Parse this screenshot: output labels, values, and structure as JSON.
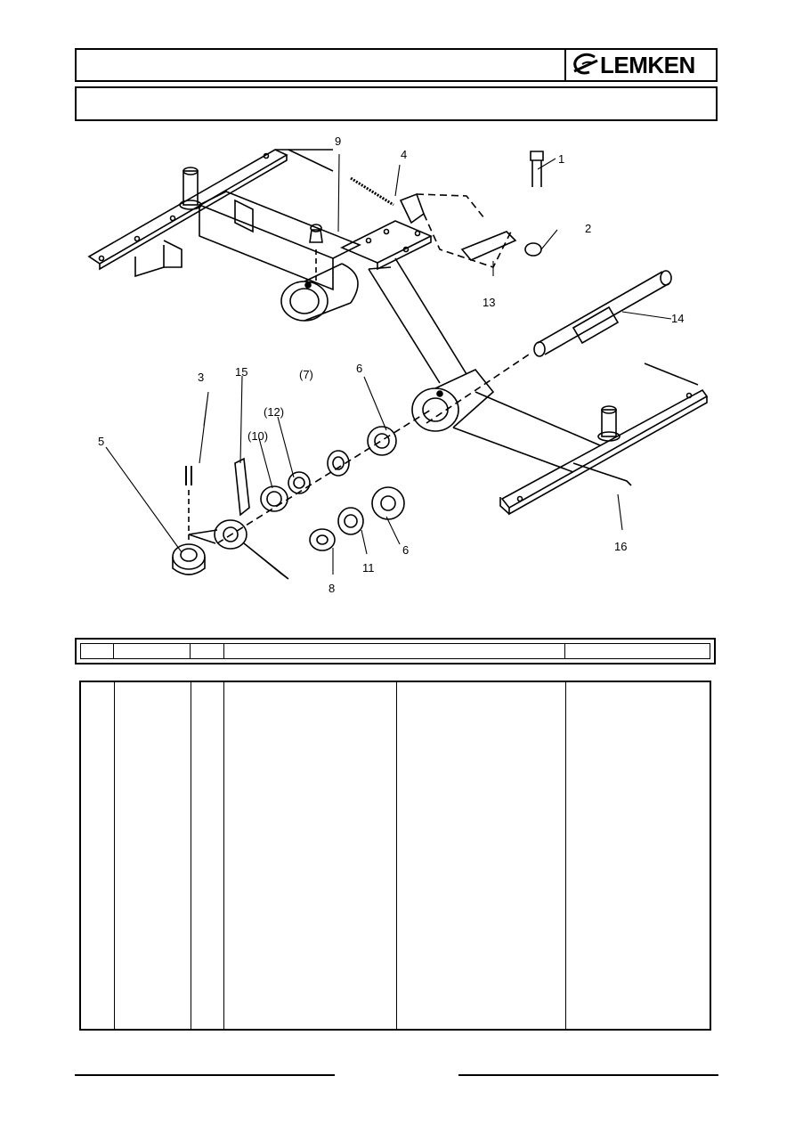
{
  "header": {
    "title": "",
    "brand": "LEMKEN"
  },
  "subheader": {
    "title": ""
  },
  "drawing": {
    "callouts": {
      "c1": "1",
      "c2": "2",
      "c3": "3",
      "c4": "4",
      "c5": "5",
      "c6a": "6",
      "c6b": "6",
      "c7": "(7)",
      "c8": "8",
      "c9": "9",
      "c10": "(10)",
      "c11": "11",
      "c12": "(12)",
      "c13": "13",
      "c14": "14",
      "c15": "15",
      "c16": "16"
    }
  },
  "parts_table": {
    "columns": [
      "",
      "",
      "",
      "",
      ""
    ],
    "rows": []
  },
  "colors": {
    "ink": "#000000",
    "paper": "#ffffff"
  }
}
